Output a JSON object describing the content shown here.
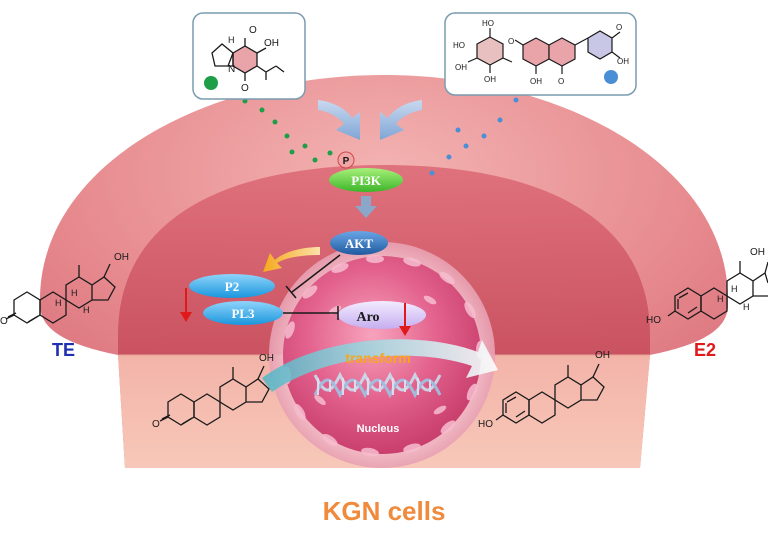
{
  "labels": {
    "te": "TE",
    "e2": "E2",
    "pi3k": "PI3K",
    "phospho": "P",
    "akt": "AKT",
    "p2": "P2",
    "pl3": "PL3",
    "aro": "Aro",
    "transform": "transform",
    "nucleus": "Nucleus",
    "cells": "KGN cells"
  },
  "molecules": {
    "compound_left": {
      "atoms": [
        "H",
        "O",
        "OH",
        "N",
        "O"
      ],
      "marker": "green dot"
    },
    "compound_right": {
      "atoms": [
        "O",
        "HO",
        "HO",
        "OH",
        "OH",
        "O",
        "OH",
        "O",
        "O",
        "OH"
      ],
      "marker": "blue dot"
    },
    "testosterone": {
      "atoms": [
        "OH",
        "H",
        "H",
        "H",
        "O"
      ]
    },
    "estradiol": {
      "atoms": [
        "OH",
        "H",
        "H",
        "H",
        "HO"
      ]
    }
  },
  "colors": {
    "cell": "#e99196",
    "cell_inner": "#d9626e",
    "nucleus": "#e25a86",
    "pi3k": "#5ed23c",
    "akt": "#2f6fb3",
    "p2": "#35a9e8",
    "aro": "#d9c6f5",
    "te_label": "#1f2fb0",
    "e2_label": "#e01a1a",
    "transform": "#f5a81c",
    "cells_label": "#f08a3c",
    "green_dot": "#1e9e47",
    "blue_dot": "#4a8fd6",
    "inhibit": "#1a1a1a",
    "down_arrow": "#e01a1a"
  }
}
